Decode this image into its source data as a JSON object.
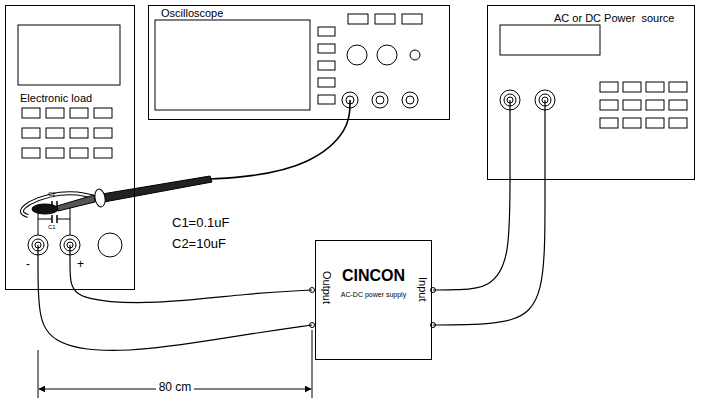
{
  "diagram": {
    "nodes": [
      {
        "text": [
          "Electronic load"
        ]
      },
      {
        "text": [
          "Oscilloscope"
        ]
      },
      {
        "text": [
          "AC or DC Power  source"
        ]
      },
      {
        "text": [
          "CINCON",
          "AC-DC power supply",
          "Output",
          "Input"
        ]
      }
    ],
    "edges": [
      {
        "from": 3,
        "to": 0,
        "arrow": "none"
      },
      {
        "from": 3,
        "to": 0,
        "arrow": "none"
      },
      {
        "from": 2,
        "to": 3,
        "arrow": "none"
      },
      {
        "from": 2,
        "to": 3,
        "arrow": "none"
      },
      {
        "from": 1,
        "to": 0,
        "arrow": "none"
      }
    ],
    "labels": [
      "C2",
      "C1",
      "-",
      "+",
      "C1=0.1uF",
      "C2=10uF",
      "80 cm"
    ]
  }
}
